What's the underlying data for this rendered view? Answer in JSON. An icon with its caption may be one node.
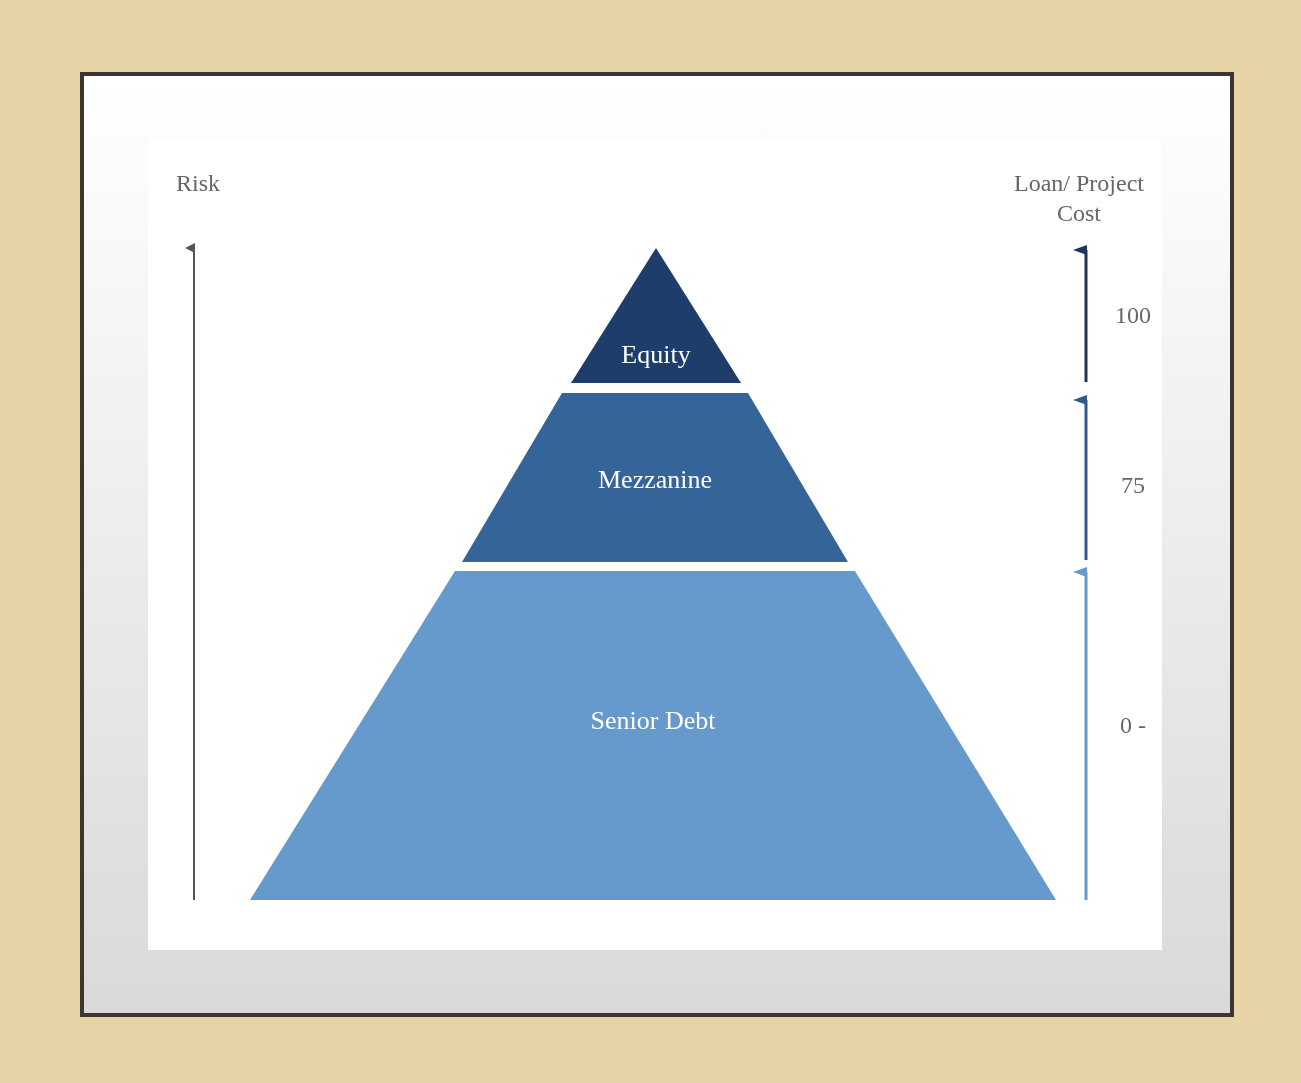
{
  "diagram": {
    "nodes": [
      {
        "text": [
          "Equity"
        ]
      },
      {
        "text": [
          "Mezzanine"
        ]
      },
      {
        "text": [
          "Senior Debt"
        ]
      }
    ],
    "labels": [
      "Risk",
      "Loan/ Project Cost",
      "100",
      "75",
      "0 -"
    ]
  }
}
